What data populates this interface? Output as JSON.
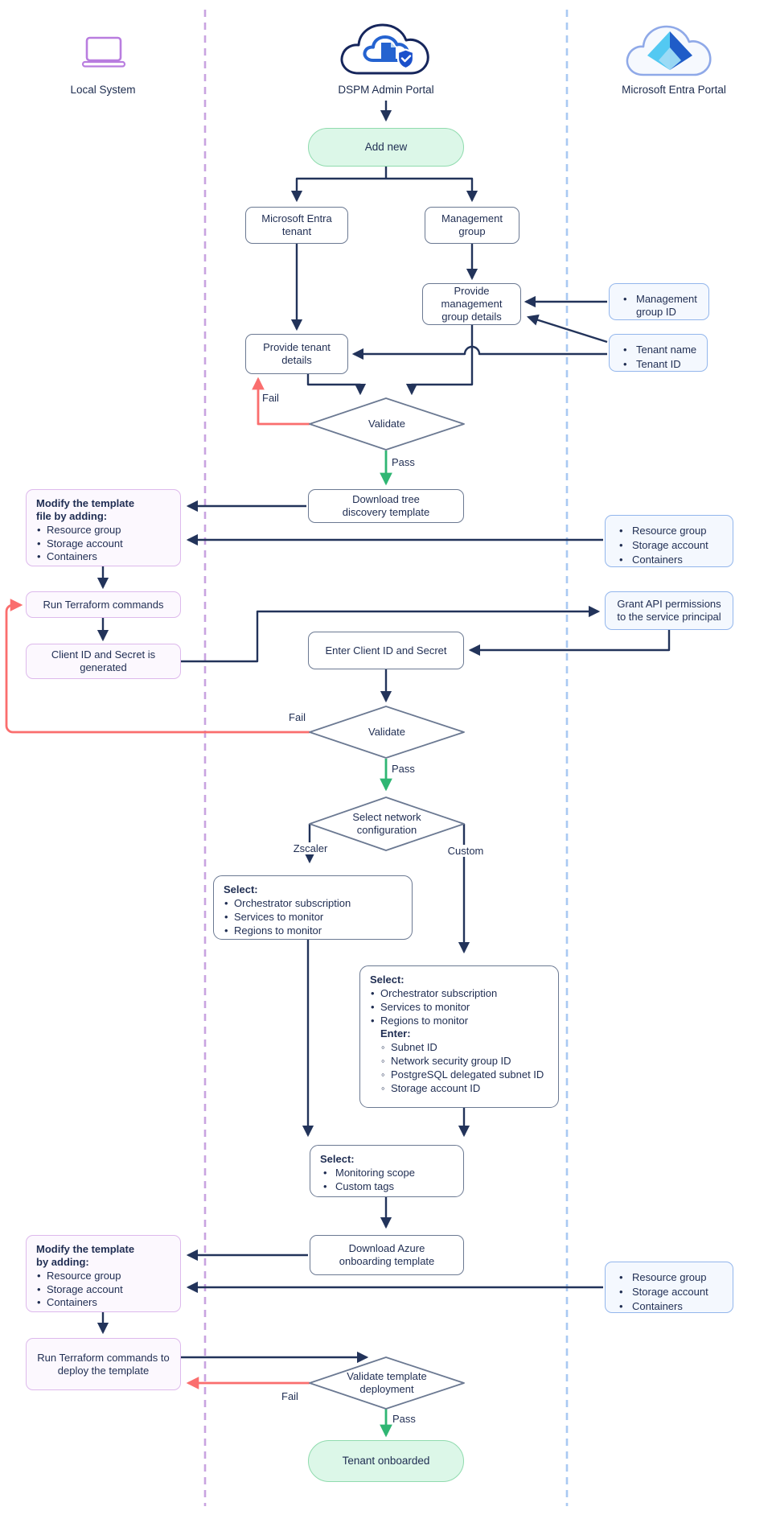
{
  "lanes": {
    "local": {
      "label": "Local System"
    },
    "dspm": {
      "label": "DSPM Admin Portal"
    },
    "entra": {
      "label": "Microsoft Entra Portal"
    }
  },
  "nodes": {
    "add_new": {
      "label": "Add new"
    },
    "entra_tenant": {
      "label": "Microsoft Entra tenant"
    },
    "management_group": {
      "label": "Management group"
    },
    "provide_mg_details": {
      "label": "Provide management group details"
    },
    "provide_tenant_details": {
      "label": "Provide tenant details"
    },
    "validate1": {
      "label": "Validate"
    },
    "download_tree": {
      "label": "Download tree discovery template"
    },
    "modify_template_1": {
      "title": "Modify the template file by adding:",
      "items": [
        "Resource group",
        "Storage account",
        "Containers"
      ]
    },
    "run_terraform_1": {
      "label": "Run Terraform commands"
    },
    "client_secret_generated": {
      "label": "Client ID and Secret is generated"
    },
    "grant_api": {
      "label": "Grant API permissions to the service principal"
    },
    "rg_info_1": {
      "items": [
        "Resource group",
        "Storage account",
        "Containers"
      ]
    },
    "mg_id_info": {
      "items": [
        "Management group ID"
      ]
    },
    "tenant_info": {
      "items": [
        "Tenant name",
        "Tenant ID"
      ]
    },
    "enter_client": {
      "label": "Enter Client ID and Secret"
    },
    "validate2": {
      "label": "Validate"
    },
    "select_network": {
      "label": "Select network configuration"
    },
    "zscaler_select": {
      "title": "Select:",
      "items": [
        "Orchestrator subscription",
        "Services to monitor",
        "Regions to monitor"
      ]
    },
    "custom_select": {
      "title": "Select:",
      "items": [
        "Orchestrator subscription",
        "Services to monitor",
        "Regions to monitor"
      ],
      "subtitle": "Enter:",
      "sub_items": [
        "Subnet ID",
        "Network security group ID",
        "PostgreSQL delegated subnet ID",
        "Storage account ID"
      ]
    },
    "monitoring_select": {
      "title": "Select:",
      "items": [
        "Monitoring scope",
        "Custom tags"
      ]
    },
    "download_azure": {
      "label": "Download Azure onboarding template"
    },
    "modify_template_2": {
      "title": "Modify the template by adding:",
      "items": [
        "Resource group",
        "Storage account",
        "Containers"
      ]
    },
    "rg_info_2": {
      "items": [
        "Resource group",
        "Storage account",
        "Containers"
      ]
    },
    "run_terraform_2": {
      "label": "Run Terraform commands to deploy the template"
    },
    "validate_deployment": {
      "label": "Validate template deployment"
    },
    "tenant_onboarded": {
      "label": "Tenant onboarded"
    }
  },
  "edge_labels": {
    "fail1": "Fail",
    "pass1": "Pass",
    "fail2": "Fail",
    "pass2": "Pass",
    "zscaler": "Zscaler",
    "custom": "Custom",
    "fail3": "Fail",
    "pass3": "Pass"
  },
  "colors": {
    "navy_text": "#1f2d52",
    "navy_line": "#22335a",
    "node_border": "#6b7992",
    "green_line": "#2fb673",
    "green_fill": "#dcf7e8",
    "green_border": "#90dbae",
    "red_line": "#fa6e6e",
    "purple_fill": "#fcf8fe",
    "purple_border": "#ddb9ec",
    "purple_lane": "#c9a3e0",
    "blue_fill": "#f4f8fe",
    "blue_border": "#93b6ec",
    "blue_lane": "#a9c9f2",
    "laptop_purple": "#b97ddf",
    "dspm_blue": "#2563d0"
  }
}
